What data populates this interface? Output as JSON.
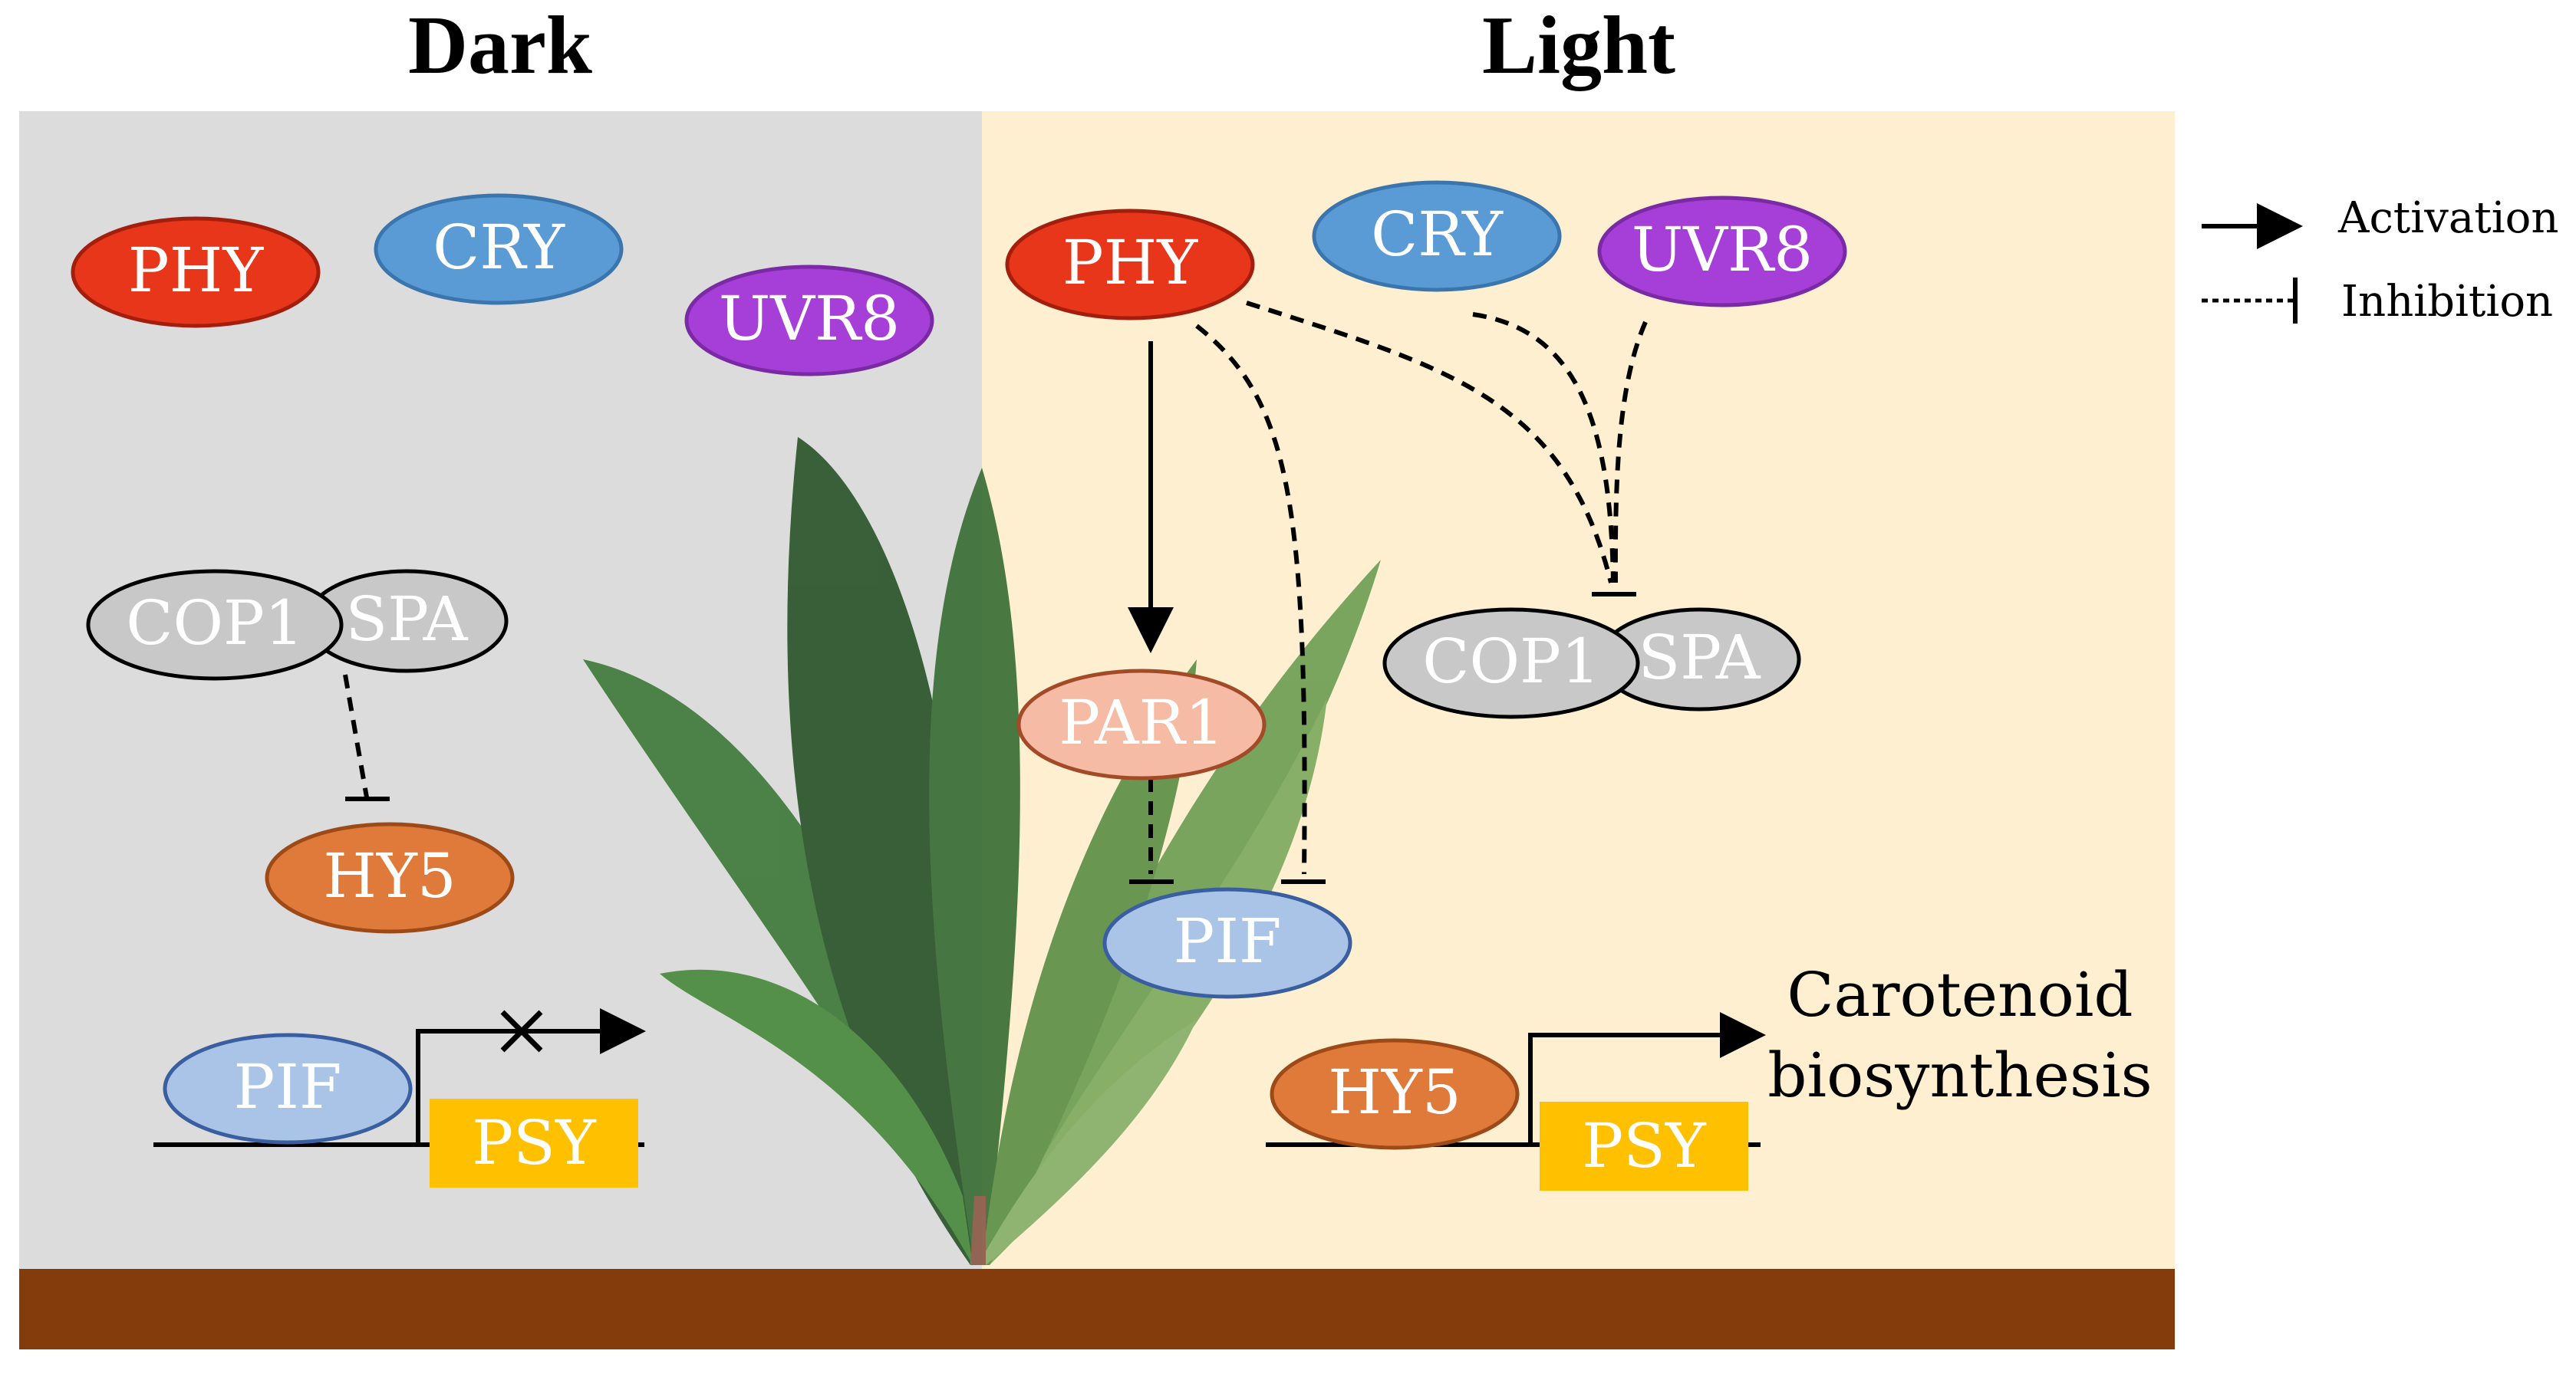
{
  "panels": {
    "dark": {
      "title": "Dark",
      "background": "#dcdcdc"
    },
    "light": {
      "title": "Light",
      "background": "#fdefd0"
    }
  },
  "legend": {
    "activation": "Activation",
    "inhibition": "Inhibition"
  },
  "nodes": {
    "dark_phy": "PHY",
    "dark_cry": "CRY",
    "dark_uvr8": "UVR8",
    "dark_cop1": "COP1",
    "dark_spa": "SPA",
    "dark_hy5": "HY5",
    "dark_pif": "PIF",
    "dark_psy": "PSY",
    "light_phy": "PHY",
    "light_cry": "CRY",
    "light_uvr8": "UVR8",
    "light_cop1": "COP1",
    "light_spa": "SPA",
    "light_par1": "PAR1",
    "light_pif": "PIF",
    "light_hy5": "HY5",
    "light_psy": "PSY"
  },
  "output": {
    "line1": "Carotenoid",
    "line2": "biosynthesis"
  },
  "colors": {
    "phy": "#e8361a",
    "cry": "#5b9bd5",
    "uvr8": "#a63fd8",
    "cop1": "#c8c8c8",
    "hy5": "#e07a3a",
    "pif": "#a9c4e6",
    "par1": "#f5bba4",
    "psy": "#ffc000",
    "soil": "#843c0c",
    "leaf_dark": "#2e5a2e",
    "leaf_mid": "#4f8a3f"
  }
}
